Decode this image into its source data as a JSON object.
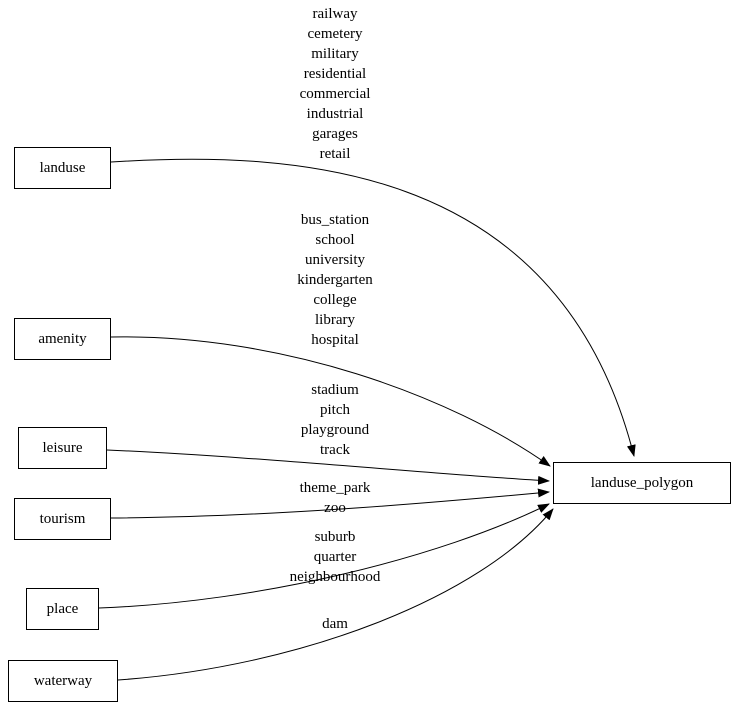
{
  "diagram": {
    "type": "graphviz-digraph",
    "colors": {
      "background": "#ffffff",
      "node_border": "#000000",
      "edge": "#000000",
      "text": "#000000"
    },
    "nodes": {
      "landuse": {
        "label": "landuse"
      },
      "amenity": {
        "label": "amenity"
      },
      "leisure": {
        "label": "leisure"
      },
      "tourism": {
        "label": "tourism"
      },
      "place": {
        "label": "place"
      },
      "waterway": {
        "label": "waterway"
      },
      "landuse_polygon": {
        "label": "landuse_polygon"
      }
    },
    "edges": [
      {
        "from": "landuse",
        "to": "landuse_polygon",
        "label": "railway\ncemetery\nmilitary\nresidential\ncommercial\nindustrial\ngarages\nretail"
      },
      {
        "from": "amenity",
        "to": "landuse_polygon",
        "label": "bus_station\nschool\nuniversity\nkindergarten\ncollege\nlibrary\nhospital"
      },
      {
        "from": "leisure",
        "to": "landuse_polygon",
        "label": "stadium\npitch\nplayground\ntrack"
      },
      {
        "from": "tourism",
        "to": "landuse_polygon",
        "label": "theme_park\nzoo"
      },
      {
        "from": "place",
        "to": "landuse_polygon",
        "label": "suburb\nquarter\nneighbourhood"
      },
      {
        "from": "waterway",
        "to": "landuse_polygon",
        "label": "dam"
      }
    ]
  }
}
